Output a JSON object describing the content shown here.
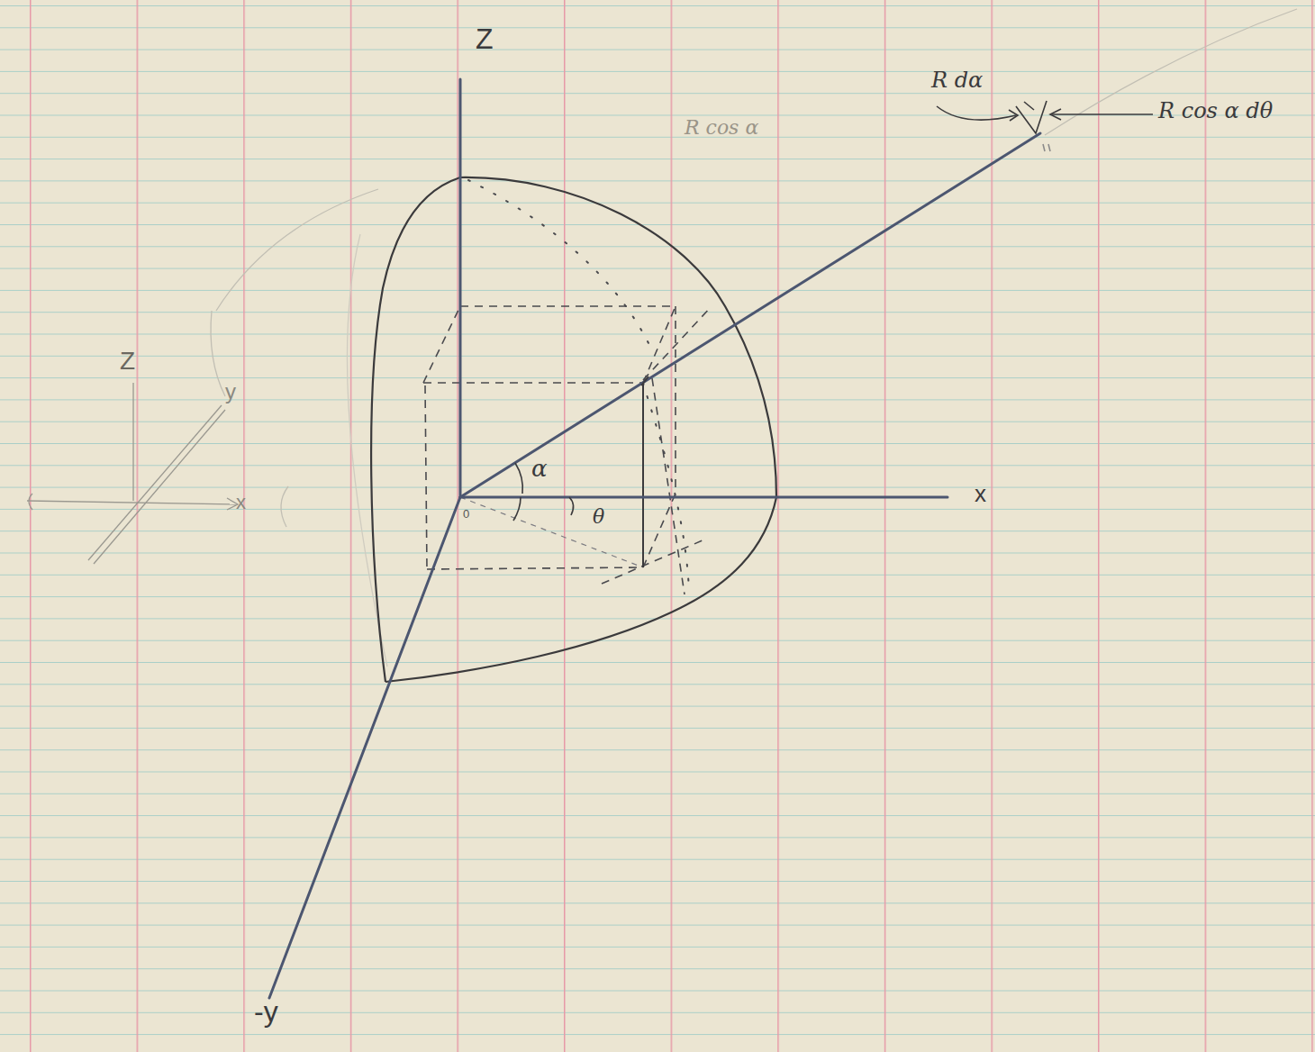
{
  "diagram": {
    "labels": [
      "Z",
      "R dα",
      "R cos α",
      "R cos α dθ",
      "α",
      "θ",
      "0",
      "x",
      "-y",
      "Z",
      "y",
      "x"
    ]
  }
}
